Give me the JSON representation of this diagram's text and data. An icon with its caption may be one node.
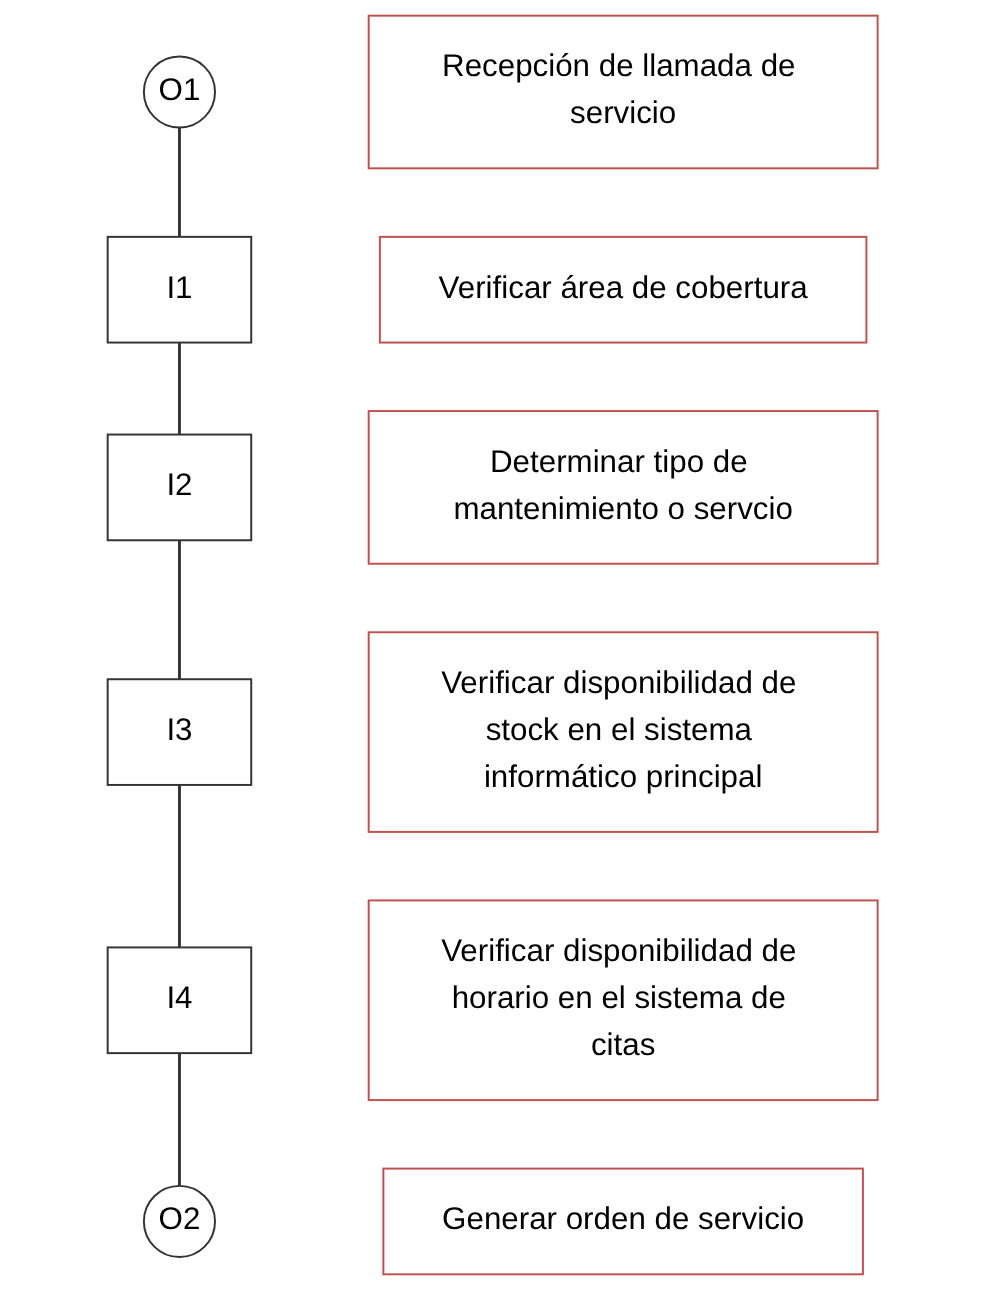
{
  "diagram": {
    "nodes": [
      {
        "text": [
          "O1"
        ]
      },
      {
        "text": [
          "Recepción de llamada de servicio"
        ]
      },
      {
        "text": [
          "I1"
        ]
      },
      {
        "text": [
          "Verificar área de cobertura"
        ]
      },
      {
        "text": [
          "I2"
        ]
      },
      {
        "text": [
          "Determinar tipo de mantenimiento o servcio"
        ]
      },
      {
        "text": [
          "I3"
        ]
      },
      {
        "text": [
          "Verificar disponibilidad de stock en el sistema informático principal"
        ]
      },
      {
        "text": [
          "I4"
        ]
      },
      {
        "text": [
          "Verificar disponibilidad de horario en el sistema de citas"
        ]
      },
      {
        "text": [
          "O2"
        ]
      },
      {
        "text": [
          "Generar orden de servicio"
        ]
      }
    ],
    "edges": [
      {
        "from": 0,
        "to": 2,
        "arrow": "none"
      },
      {
        "from": 2,
        "to": 4,
        "arrow": "none"
      },
      {
        "from": 4,
        "to": 6,
        "arrow": "none"
      },
      {
        "from": 6,
        "to": 8,
        "arrow": "none"
      },
      {
        "from": 8,
        "to": 10,
        "arrow": "none"
      }
    ]
  }
}
